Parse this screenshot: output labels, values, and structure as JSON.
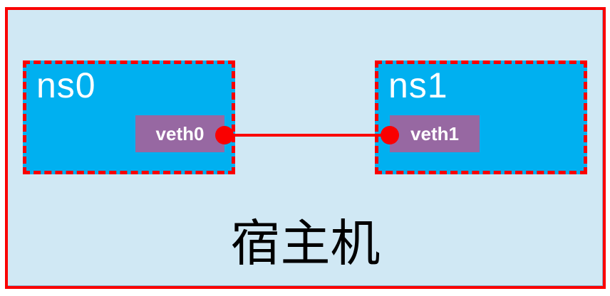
{
  "colors": {
    "page_bg": "#ffffff",
    "host_fill": "#d0e8f4",
    "host_border": "#fa0000",
    "namespace_fill": "#00b0f0",
    "namespace_border": "#fa0000",
    "interface_fill": "#9768a2",
    "link": "#fa0000",
    "endpoint": "#fa0000",
    "namespace_label": "#ffffff",
    "interface_label": "#ffffff",
    "host_label": "#000000"
  },
  "diagram": {
    "host": {
      "label": "宿主机"
    },
    "namespaces": [
      {
        "label": "ns0",
        "interface": {
          "label": "veth0"
        }
      },
      {
        "label": "ns1",
        "interface": {
          "label": "veth1"
        }
      }
    ]
  }
}
